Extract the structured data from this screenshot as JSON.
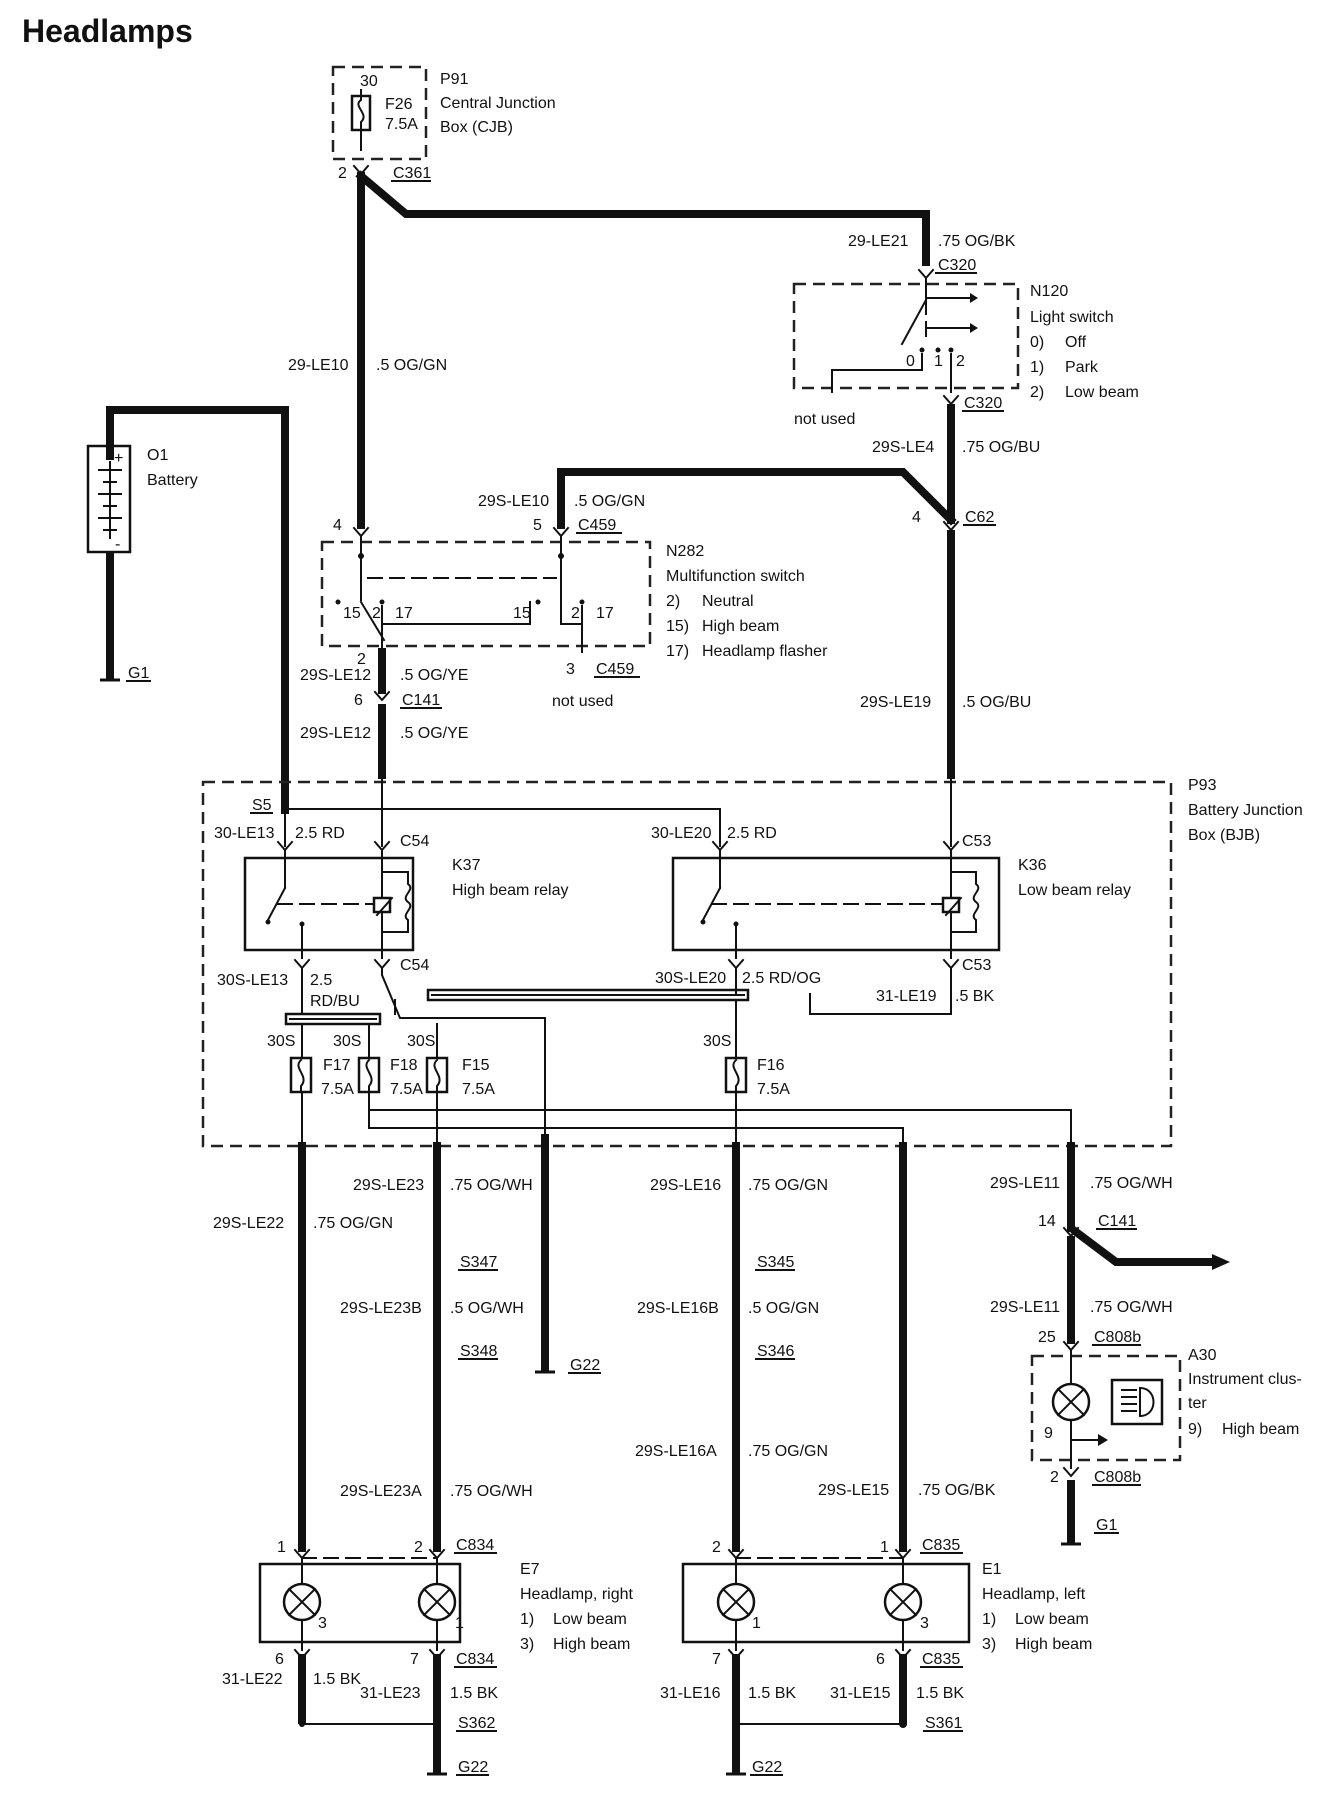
{
  "title": "Headlamps",
  "components": {
    "p91": {
      "ref": "P91",
      "line1": "Central Junction",
      "line2": "Box (CJB)",
      "pin_in": "30",
      "fuse": "F26",
      "rating": "7.5A",
      "pin_out": "2",
      "connector": "C361"
    },
    "n120": {
      "ref": "N120",
      "name": "Light switch",
      "items": [
        "0)",
        "Off",
        "1)",
        "Park",
        "2)",
        "Low beam"
      ],
      "pos": [
        "0",
        "1",
        "2"
      ],
      "connector_top": "C320",
      "connector_bottom": "C320",
      "not_used": "not used"
    },
    "o1": {
      "ref": "O1",
      "name": "Battery",
      "plus": "+",
      "minus": "-"
    },
    "n282": {
      "ref": "N282",
      "name": "Multifunction switch",
      "items": [
        "2)",
        "Neutral",
        "15)",
        "High beam",
        "17)",
        "Headlamp flasher"
      ],
      "pins": [
        "4",
        "5",
        "2",
        "3"
      ],
      "inner": [
        "15",
        "2",
        "17",
        "15",
        "2",
        "17"
      ],
      "connector_top": "C459",
      "connector_bottom": "C459",
      "not_used": "not used"
    },
    "c62": {
      "pin": "4",
      "connector": "C62"
    },
    "c141_a": {
      "pin": "6",
      "connector": "C141"
    },
    "p93": {
      "ref": "P93",
      "line1": "Battery Junction",
      "line2": "Box (BJB)",
      "splice": "S5"
    },
    "k37": {
      "ref": "K37",
      "name": "High beam relay",
      "connector_top": "C54",
      "connector_bottom": "C54"
    },
    "k36": {
      "ref": "K36",
      "name": "Low beam relay",
      "connector_top": "C53",
      "connector_bottom": "C53"
    },
    "fuses": [
      {
        "bus": "30S",
        "name": "F17",
        "rating": "7.5A"
      },
      {
        "bus": "30S",
        "name": "F18",
        "rating": "7.5A"
      },
      {
        "bus": "30S",
        "name": "F15",
        "rating": "7.5A"
      },
      {
        "bus": "30S",
        "name": "F16",
        "rating": "7.5A"
      }
    ],
    "c141_b": {
      "pin": "14",
      "connector": "C141"
    },
    "a30": {
      "ref": "A30",
      "line1": "Instrument clus-",
      "line2": "ter",
      "item_num": "9)",
      "item": "High beam",
      "pin_top": "25",
      "connector_top": "C808b",
      "pin_lamp": "9",
      "pin_bottom": "2",
      "connector_bottom": "C808b"
    },
    "e7": {
      "ref": "E7",
      "name": "Headlamp, right",
      "items": [
        "1)",
        "Low beam",
        "3)",
        "High beam"
      ],
      "pins_top": [
        "1",
        "2"
      ],
      "connector_top": "C834",
      "lamp_pins": [
        "3",
        "1"
      ],
      "pins_bottom": [
        "6",
        "7"
      ],
      "connector_bottom": "C834"
    },
    "e1": {
      "ref": "E1",
      "name": "Headlamp, left",
      "items": [
        "1)",
        "Low beam",
        "3)",
        "High beam"
      ],
      "pins_top": [
        "2",
        "1"
      ],
      "connector_top": "C835",
      "lamp_pins": [
        "1",
        "3"
      ],
      "pins_bottom": [
        "7",
        "6"
      ],
      "connector_bottom": "C835"
    }
  },
  "splices": [
    "S347",
    "S348",
    "S345",
    "S346",
    "S362",
    "S361"
  ],
  "grounds": [
    "G1",
    "G1",
    "G22",
    "G22",
    "G22"
  ],
  "wires": [
    {
      "circuit": "29-LE21",
      "spec": ".75 OG/BK"
    },
    {
      "circuit": "29-LE10",
      "spec": ".5 OG/GN"
    },
    {
      "circuit": "29S-LE4",
      "spec": ".75 OG/BU"
    },
    {
      "circuit": "29S-LE10",
      "spec": ".5 OG/GN"
    },
    {
      "circuit": "29S-LE12",
      "spec": ".5 OG/YE"
    },
    {
      "circuit": "29S-LE12",
      "spec": ".5 OG/YE"
    },
    {
      "circuit": "29S-LE19",
      "spec": ".5 OG/BU"
    },
    {
      "circuit": "30-LE13",
      "spec": "2.5 RD"
    },
    {
      "circuit": "30-LE20",
      "spec": "2.5 RD"
    },
    {
      "circuit": "30S-LE13",
      "spec": "2.5"
    },
    {
      "circuit": "30S-LE20",
      "spec": "2.5 RD/OG"
    },
    {
      "circuit": "31-LE19",
      "spec": ".5 BK"
    },
    {
      "circuit": "29S-LE23",
      "spec": ".75 OG/WH"
    },
    {
      "circuit": "29S-LE22",
      "spec": ".75 OG/GN"
    },
    {
      "circuit": "29S-LE16",
      "spec": ".75 OG/GN"
    },
    {
      "circuit": "29S-LE11",
      "spec": ".75 OG/WH"
    },
    {
      "circuit": "29S-LE11",
      "spec": ".75 OG/WH"
    },
    {
      "circuit": "29S-LE23B",
      "spec": ".5 OG/WH"
    },
    {
      "circuit": "29S-LE16B",
      "spec": ".5 OG/GN"
    },
    {
      "circuit": "29S-LE16A",
      "spec": ".75 OG/GN"
    },
    {
      "circuit": "29S-LE23A",
      "spec": ".75 OG/WH"
    },
    {
      "circuit": "29S-LE15",
      "spec": ".75 OG/BK"
    },
    {
      "circuit": "31-LE22",
      "spec": "1.5 BK"
    },
    {
      "circuit": "31-LE23",
      "spec": "1.5 BK"
    },
    {
      "circuit": "31-LE16",
      "spec": "1.5 BK"
    },
    {
      "circuit": "31-LE15",
      "spec": "1.5 BK"
    }
  ],
  "extra": {
    "rdbu": "RD/BU"
  }
}
